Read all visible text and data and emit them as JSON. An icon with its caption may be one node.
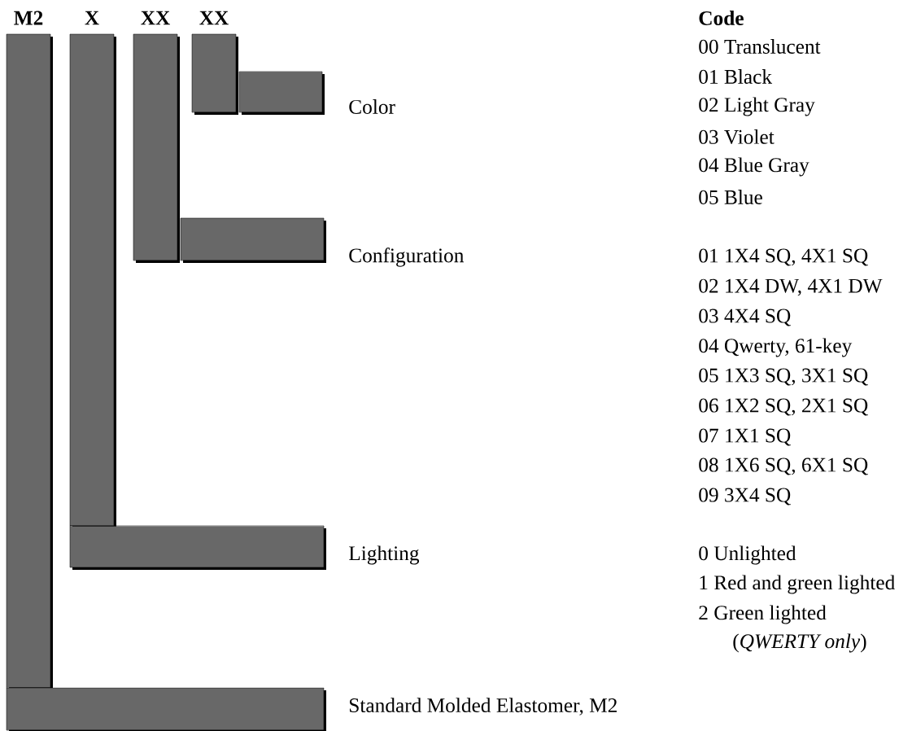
{
  "diagram": {
    "nodes": [
      {
        "text": [
          "M2"
        ]
      },
      {
        "text": [
          "X"
        ]
      },
      {
        "text": [
          "XX"
        ]
      },
      {
        "text": [
          "XX"
        ]
      },
      {
        "text": [],
        "shape": "bar",
        "beside": [
          "Color"
        ]
      },
      {
        "text": [],
        "shape": "bar",
        "beside": [
          "Configuration"
        ]
      },
      {
        "text": [],
        "shape": "bar",
        "beside": [
          "Lighting"
        ]
      },
      {
        "text": [],
        "shape": "bar",
        "beside": [
          "Standard Molded Elastomer, M2"
        ]
      }
    ],
    "labels": [
      "Code",
      "00 Translucent",
      "01 Black",
      "02 Light Gray",
      "03 Violet",
      "04 Blue Gray",
      "05 Blue",
      "01 1X4 SQ, 4X1 SQ",
      "02 1X4 DW, 4X1 DW",
      "03 4X4 SQ",
      "04 Qwerty, 61-key",
      "05 1X3 SQ, 3X1 SQ",
      "06 1X2 SQ, 2X1 SQ",
      "07 1X1 SQ",
      "08 1X6 SQ, 6X1 SQ",
      "09 3X4 SQ",
      "0 Unlighted",
      "1 Red and green lighted",
      "2 Green lighted",
      "(*QWERTY only*)"
    ]
  }
}
